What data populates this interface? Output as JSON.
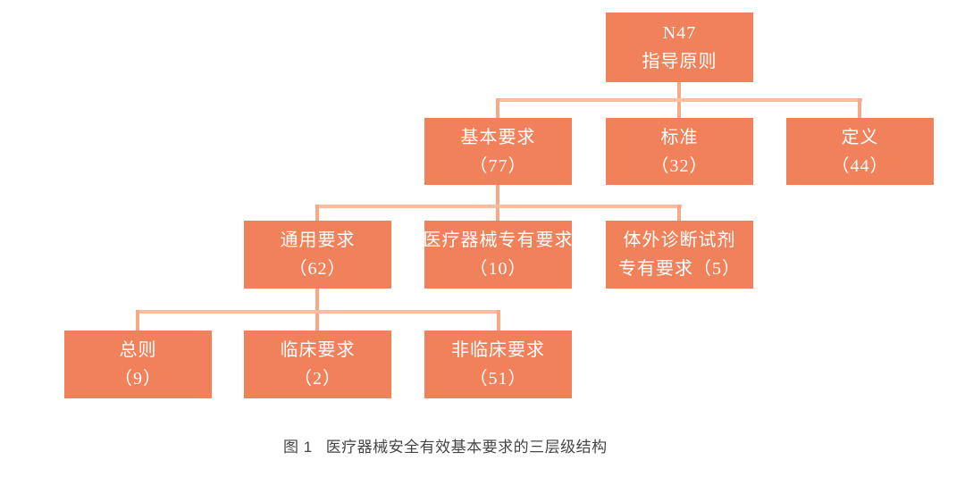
{
  "colors": {
    "background": "#FFFFFF",
    "box_fill": "#F1815B",
    "box_text": "#FFFFFF",
    "connector_vertical": "#F8A988",
    "connector_horizontal": "#FBBCA0",
    "caption_text": "#454545"
  },
  "diagram": {
    "type": "hierarchy-tree",
    "nodes": [
      {
        "id": "n47",
        "level": 0,
        "line1": "N47",
        "line2": "指导原则",
        "count": null,
        "parent": null
      },
      {
        "id": "basic-requirements",
        "level": 1,
        "line1": "基本要求",
        "line2": "（77）",
        "count": 77,
        "parent": "n47"
      },
      {
        "id": "standards",
        "level": 1,
        "line1": "标准",
        "line2": "（32）",
        "count": 32,
        "parent": "n47"
      },
      {
        "id": "definitions",
        "level": 1,
        "line1": "定义",
        "line2": "（44）",
        "count": 44,
        "parent": "n47"
      },
      {
        "id": "general-requirements",
        "level": 2,
        "line1": "通用要求",
        "line2": "（62）",
        "count": 62,
        "parent": "basic-requirements"
      },
      {
        "id": "device-specific-requirements",
        "level": 2,
        "line1": "医疗器械专有要求",
        "line2": "（10）",
        "count": 10,
        "parent": "basic-requirements"
      },
      {
        "id": "ivd-specific-requirements",
        "level": 2,
        "line1": "体外诊断试剂",
        "line2": "专有要求（5）",
        "count": 5,
        "parent": "basic-requirements"
      },
      {
        "id": "general-principles",
        "level": 3,
        "line1": "总则",
        "line2": "（9）",
        "count": 9,
        "parent": "general-requirements"
      },
      {
        "id": "clinical-requirements",
        "level": 3,
        "line1": "临床要求",
        "line2": "（2）",
        "count": 2,
        "parent": "general-requirements"
      },
      {
        "id": "nonclinical-requirements",
        "level": 3,
        "line1": "非临床要求",
        "line2": "（51）",
        "count": 51,
        "parent": "general-requirements"
      }
    ]
  },
  "caption": {
    "label": "图 1",
    "title": "医疗器械安全有效基本要求的三层级结构"
  }
}
